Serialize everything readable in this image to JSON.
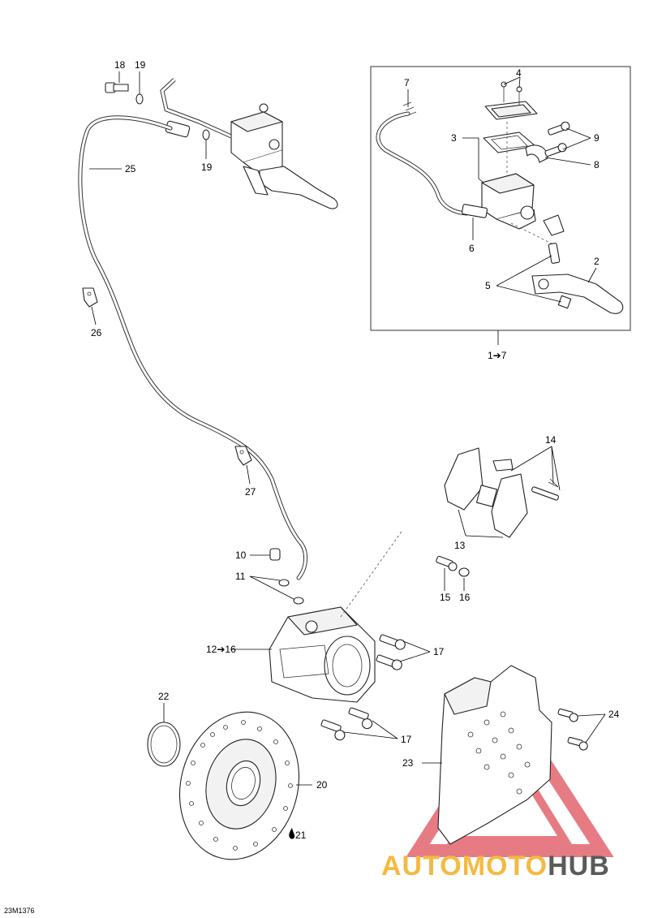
{
  "drawing_code": "23M1376",
  "watermark": {
    "part1": "AUTO",
    "part2": "MOTO",
    "part3": "HUB"
  },
  "colors": {
    "watermark_red": "#e0505a",
    "watermark_orange": "#f5b942",
    "watermark_gray": "#5a5a5a",
    "line": "#222222"
  },
  "callouts": {
    "c1_7": "1➔7",
    "c2": "2",
    "c3": "3",
    "c4": "4",
    "c5": "5",
    "c6": "6",
    "c7": "7",
    "c8": "8",
    "c9": "9",
    "c10": "10",
    "c11": "11",
    "c12_16": "12➔16",
    "c13": "13",
    "c14": "14",
    "c15": "15",
    "c16": "16",
    "c17a": "17",
    "c17b": "17",
    "c18": "18",
    "c19a": "19",
    "c19b": "19",
    "c20": "20",
    "c21": "21",
    "c22": "22",
    "c23": "23",
    "c24": "24",
    "c25": "25",
    "c26": "26",
    "c27": "27"
  }
}
